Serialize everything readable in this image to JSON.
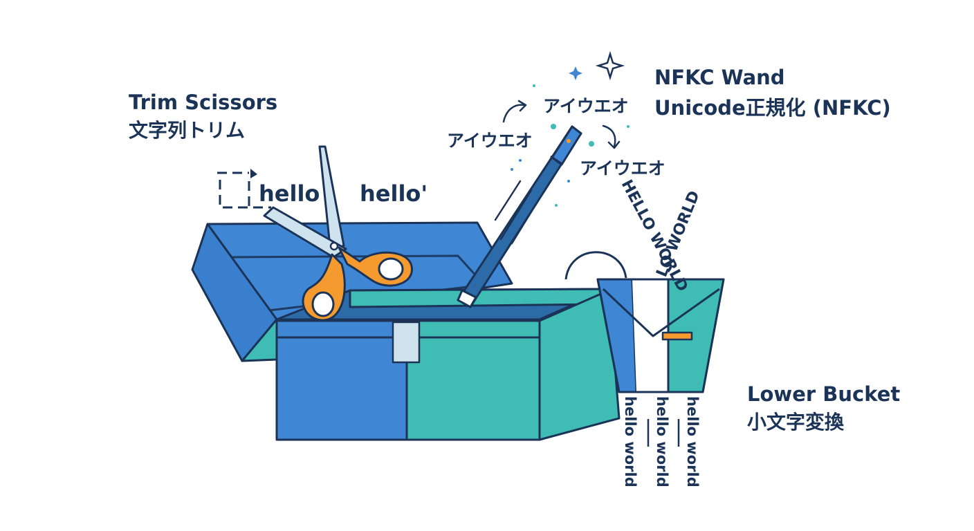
{
  "labels": {
    "trim": {
      "title": "Trim Scissors",
      "subtitle": "文字列トリム"
    },
    "nfkc": {
      "title": "NFKC Wand",
      "subtitle": "Unicode正規化 (NFKC)"
    },
    "lower": {
      "title": "Lower Bucket",
      "subtitle": "小文字変換"
    }
  },
  "trim_demo": {
    "before": "hello",
    "after": "hello'"
  },
  "nfkc_demo": {
    "input": "アイウエオ",
    "middle": "アイウエオ",
    "output": "アイウエオ"
  },
  "bucket_demo": {
    "input_a": "HELLO WORLD",
    "input_b": "LO WORLD",
    "output_1": "hello world",
    "output_2": "hello world",
    "output_3": "hello world"
  },
  "colors": {
    "outline": "#1a3357",
    "blue": "#3f87d4",
    "teal": "#3fbdb4",
    "orange": "#f59a2e",
    "blade": "#cfe3ef",
    "sparkle": "#3f87d4",
    "label": "#1a3357"
  },
  "icons": [
    "scissors-icon",
    "magic-wand-icon",
    "bucket-icon",
    "toolbox-icon",
    "sparkle-icon",
    "curved-arrow-icon"
  ]
}
